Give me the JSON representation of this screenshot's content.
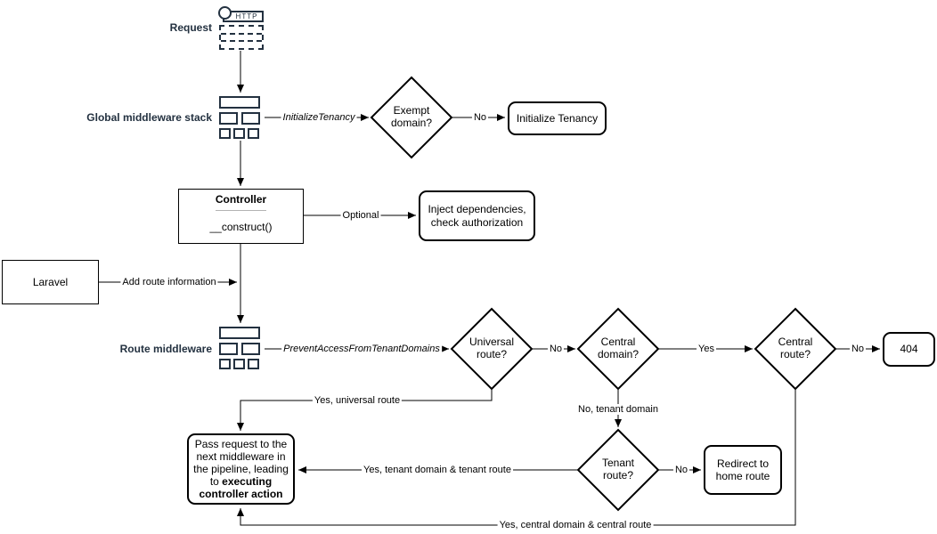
{
  "colors": {
    "navy_label": "#233140",
    "shape_stroke": "#000000",
    "background": "#ffffff"
  },
  "request": {
    "label": "Request",
    "icon_text": "HTTP"
  },
  "global_middleware": {
    "label": "Global middleware stack"
  },
  "route_middleware": {
    "label": "Route middleware"
  },
  "controller": {
    "title": "Controller",
    "method": "__construct()"
  },
  "laravel": {
    "label": "Laravel"
  },
  "decisions": {
    "exempt_domain": "Exempt domain?",
    "universal_route": "Universal route?",
    "central_domain": "Central domain?",
    "central_route": "Central route?",
    "tenant_route": "Tenant route?"
  },
  "terminals": {
    "initialize_tenancy": "Initialize Tenancy",
    "inject_dependencies": "Inject dependencies, check authorization",
    "not_found": "404",
    "redirect_home": "Redirect to home route",
    "pass_request_normal": "Pass request to the next middleware in the pipeline, leading to ",
    "pass_request_bold": "executing controller action"
  },
  "edge_labels": {
    "initialize_tenancy_mw": "InitializeTenancy",
    "prevent_access_mw": "PreventAccessFromTenantDomains",
    "no_exempt": "No",
    "optional": "Optional",
    "add_route_info": "Add route information",
    "no_universal": "No",
    "yes_central_domain": "Yes",
    "no_central_route": "No",
    "yes_universal": "Yes, universal route",
    "no_tenant_domain": "No, tenant domain",
    "yes_tenant_route": "Yes, tenant domain & tenant route",
    "no_tenant_route": "No",
    "yes_central_route": "Yes, central domain & central route"
  }
}
